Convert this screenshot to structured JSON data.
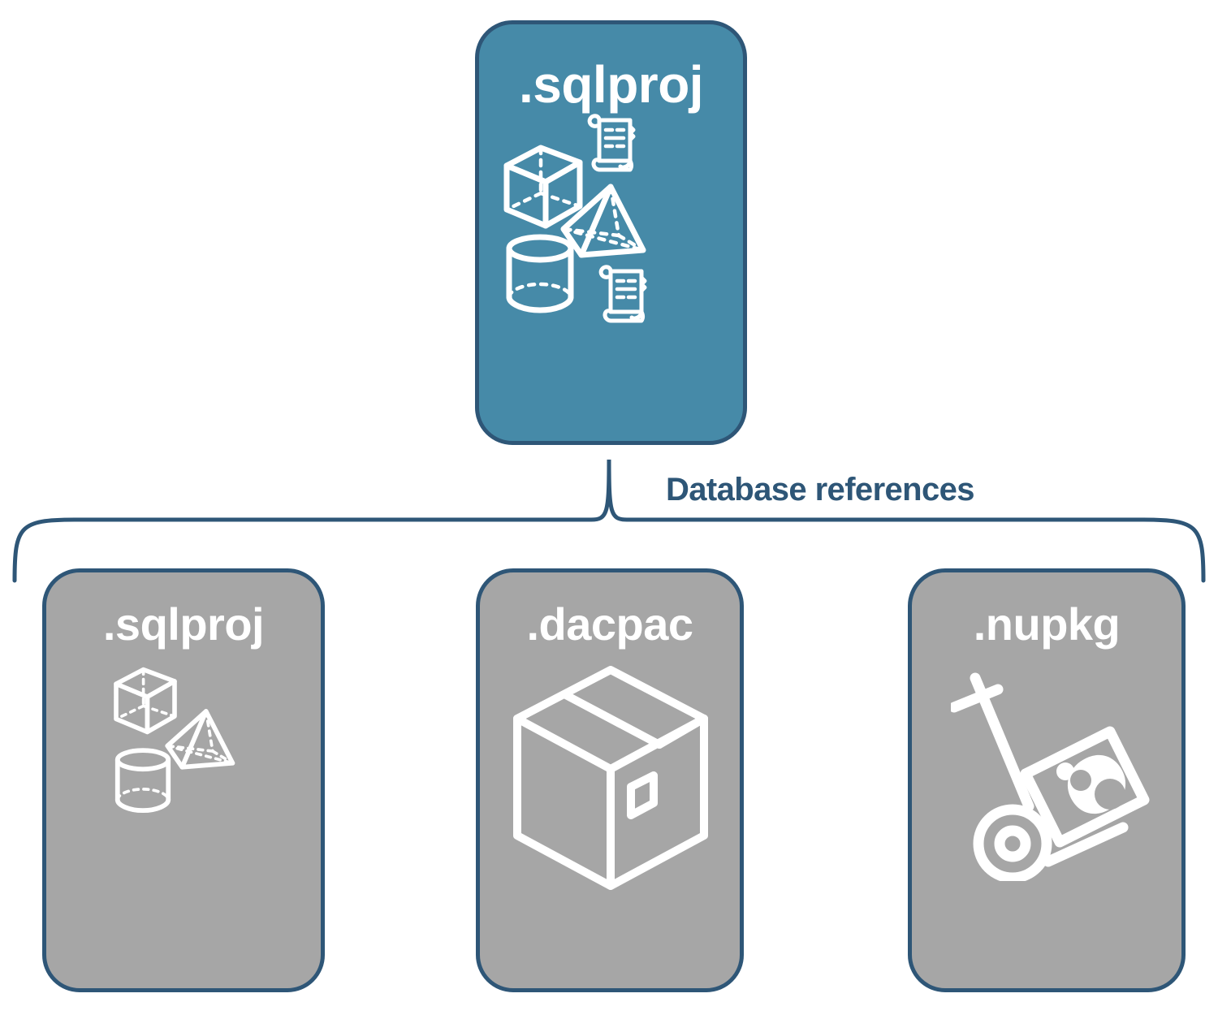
{
  "diagram": {
    "title_root": ".sqlproj",
    "connector_label": "Database references",
    "colors": {
      "accent_blue": "#468aa8",
      "border_blue": "#2e5677",
      "card_grey": "#a6a6a6",
      "icon_white": "#ffffff",
      "background": "#ffffff"
    }
  },
  "root_card": {
    "label": ".sqlproj",
    "type": "project",
    "icons": [
      "cube-wireframe-icon",
      "scroll-icon",
      "pyramid-wireframe-icon",
      "cylinder-wireframe-icon",
      "scroll-icon"
    ]
  },
  "reference_cards": [
    {
      "label": ".sqlproj",
      "type": "project-reference",
      "icons": [
        "cube-wireframe-icon",
        "pyramid-wireframe-icon",
        "cylinder-wireframe-icon"
      ]
    },
    {
      "label": ".dacpac",
      "type": "dacpac-reference",
      "icons": [
        "package-box-icon"
      ]
    },
    {
      "label": ".nupkg",
      "type": "nuget-package-reference",
      "icons": [
        "hand-truck-nuget-icon"
      ]
    }
  ]
}
